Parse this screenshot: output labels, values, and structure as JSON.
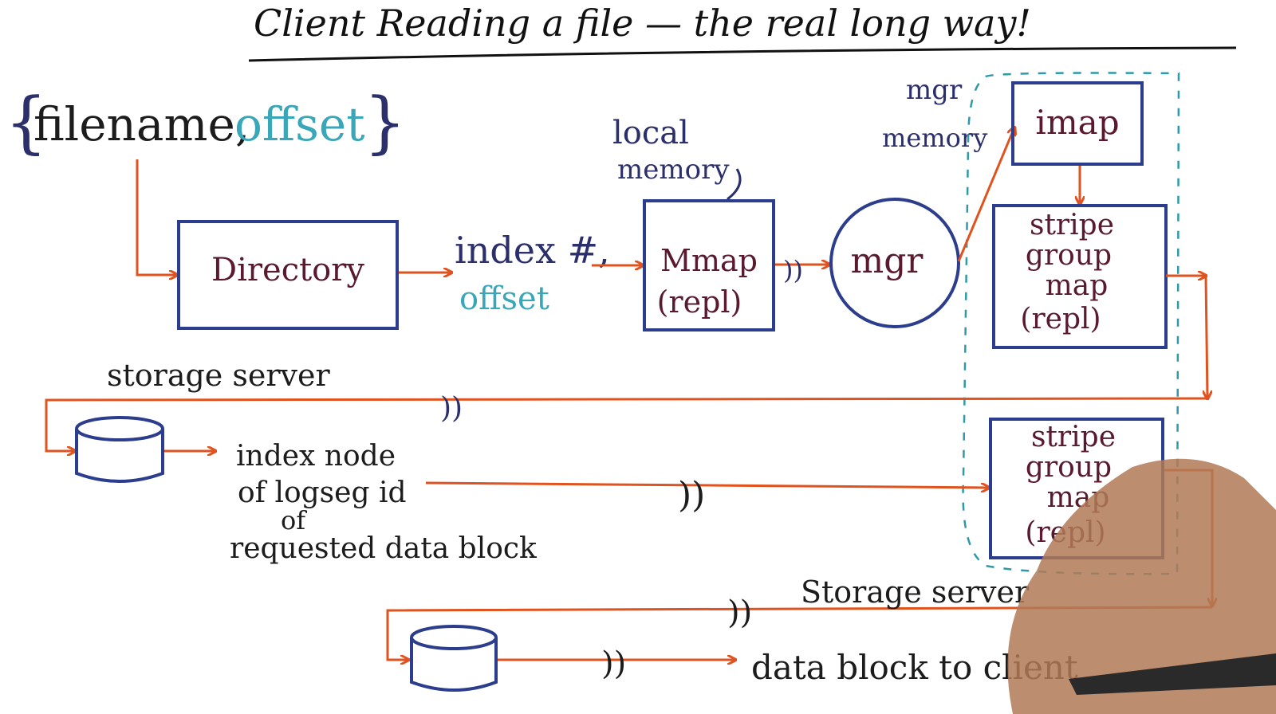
{
  "title": "Client Reading a file — the real long way!",
  "input_tuple": {
    "open_brace": "{",
    "filename": "filename,",
    "offset": "offset",
    "close_brace": "}"
  },
  "directory_label": "Directory",
  "index_label": "index #,",
  "offset_label": "offset",
  "local_memory_label": [
    "local",
    "memory"
  ],
  "mmap_label": [
    "Mmap",
    "(repl)"
  ],
  "mgr_label": "mgr",
  "mgr_memory_label": [
    "mgr",
    "memory"
  ],
  "imap_label": "imap",
  "stripe_group_map_label": [
    "stripe",
    "group",
    "map",
    "(repl)"
  ],
  "storage_server_label_1": "storage server",
  "storage_server_label_2": "Storage server",
  "index_node_label": [
    "index node",
    "of logseg id",
    "of",
    "requested data block"
  ],
  "data_block_label": "data block to client",
  "network_mark": "))",
  "colors": {
    "box_stroke": "#2b3d8c",
    "arrow": "#e0531f",
    "teal": "#3aa7b8",
    "maroon": "#5a1a2e",
    "navy": "#2b2f6b"
  }
}
